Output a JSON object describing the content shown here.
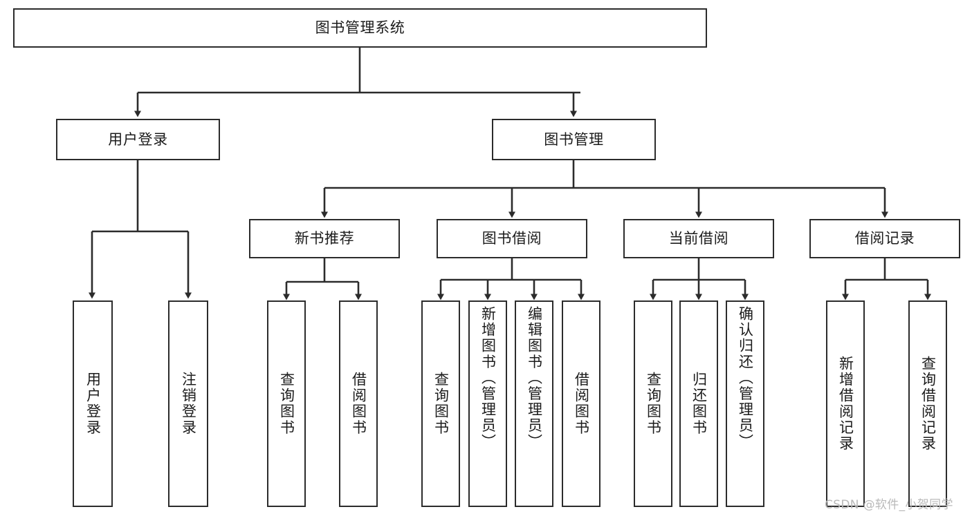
{
  "diagram": {
    "title": "图书管理系统",
    "type": "hierarchy-tree",
    "colors": {
      "background": "#ffffff",
      "box_border": "#2b2b2b",
      "box_fill": "#ffffff",
      "connector": "#2b2b2b",
      "text": "#1b1b1b",
      "watermark": "#b9b9b9"
    },
    "root": {
      "label": "图书管理系统"
    },
    "level2": [
      {
        "label": "用户登录"
      },
      {
        "label": "图书管理"
      }
    ],
    "level3": [
      {
        "label": "新书推荐"
      },
      {
        "label": "图书借阅"
      },
      {
        "label": "当前借阅"
      },
      {
        "label": "借阅记录"
      }
    ],
    "leaves": {
      "user_login": [
        {
          "label": "用户登录"
        },
        {
          "label": "注销登录"
        }
      ],
      "new_book_recommend": [
        {
          "label": "查询图书"
        },
        {
          "label": "借阅图书"
        }
      ],
      "book_borrow": [
        {
          "label": "查询图书"
        },
        {
          "label": "新增图书（管理员）"
        },
        {
          "label": "编辑图书（管理员）"
        },
        {
          "label": "借阅图书"
        }
      ],
      "current_borrow": [
        {
          "label": "查询图书"
        },
        {
          "label": "归还图书"
        },
        {
          "label": "确认归还（管理员）"
        }
      ],
      "borrow_record": [
        {
          "label": "新增借阅记录"
        },
        {
          "label": "查询借阅记录"
        }
      ]
    }
  },
  "watermark": {
    "text": "CSDN @软件_小贺同学"
  }
}
